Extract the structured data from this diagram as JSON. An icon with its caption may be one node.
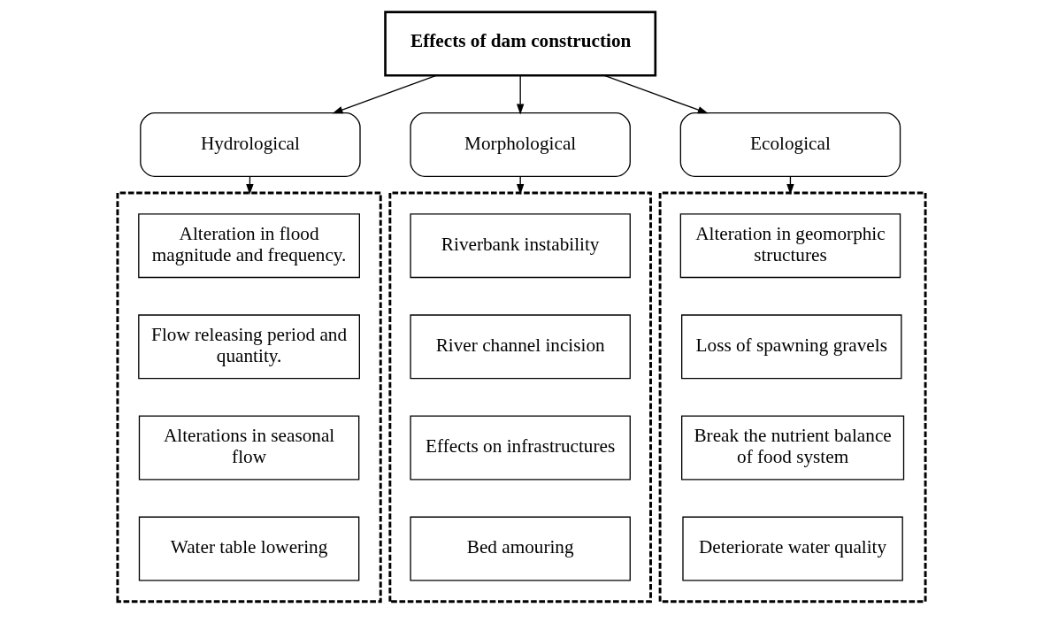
{
  "diagram": {
    "nodes": [
      {
        "text": [
          "Effects of dam construction"
        ]
      },
      {
        "text": [
          "Hydrological"
        ]
      },
      {
        "text": [
          "Morphological"
        ]
      },
      {
        "text": [
          "Ecological"
        ]
      },
      {
        "text": [],
        "shape": "box"
      },
      {
        "text": [
          "Alteration in flood magnitude and frequency."
        ],
        "in": 4
      },
      {
        "text": [
          "Flow releasing period and quantity."
        ],
        "in": 4
      },
      {
        "text": [
          "Alterations in seasonal flow"
        ],
        "in": 4
      },
      {
        "text": [
          "Water table lowering"
        ],
        "in": 4
      },
      {
        "text": [],
        "shape": "box"
      },
      {
        "text": [
          "Riverbank instability"
        ],
        "in": 9
      },
      {
        "text": [
          "River channel incision"
        ],
        "in": 9
      },
      {
        "text": [
          "Effects on infrastructures"
        ],
        "in": 9
      },
      {
        "text": [
          "Bed amouring"
        ],
        "in": 9
      },
      {
        "text": [],
        "shape": "box"
      },
      {
        "text": [
          "Alteration in geomorphic structures"
        ],
        "in": 14
      },
      {
        "text": [
          "Loss of spawning gravels"
        ],
        "in": 14
      },
      {
        "text": [
          "Break the nutrient balance of food system"
        ],
        "in": 14
      },
      {
        "text": [
          "Deteriorate water quality"
        ],
        "in": 14
      }
    ],
    "edges": [
      {
        "from": 0,
        "to": 1,
        "arrow": "to"
      },
      {
        "from": 0,
        "to": 2,
        "arrow": "to"
      },
      {
        "from": 0,
        "to": 3,
        "arrow": "to"
      },
      {
        "from": 1,
        "to": 4,
        "arrow": "to"
      },
      {
        "from": 2,
        "to": 9,
        "arrow": "to"
      },
      {
        "from": 3,
        "to": 14,
        "arrow": "to"
      }
    ]
  }
}
